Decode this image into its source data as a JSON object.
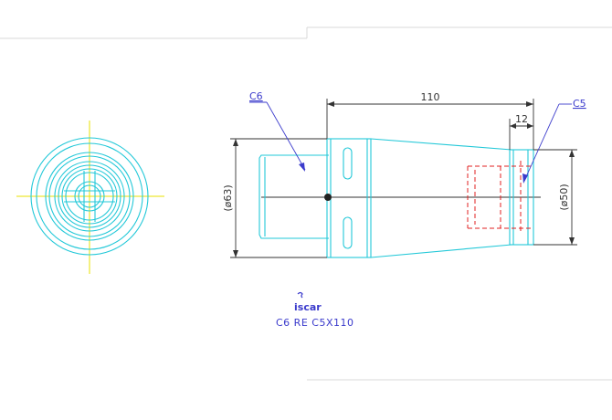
{
  "colors": {
    "outline": "#22c8d8",
    "centerline": "#e8e000",
    "dimension": "#333333",
    "leader": "#3b3bcc",
    "hidden_detail": "#e02020",
    "label": "#3b3bcc"
  },
  "labels": {
    "c6": "C6",
    "c5": "C5"
  },
  "dimensions": {
    "overall_length": "110",
    "step_length": "12",
    "diameter_large": "(ø63)",
    "diameter_small": "(ø50)"
  },
  "logo": {
    "text": "iscar"
  },
  "caption": "C6  RE  C5X110"
}
